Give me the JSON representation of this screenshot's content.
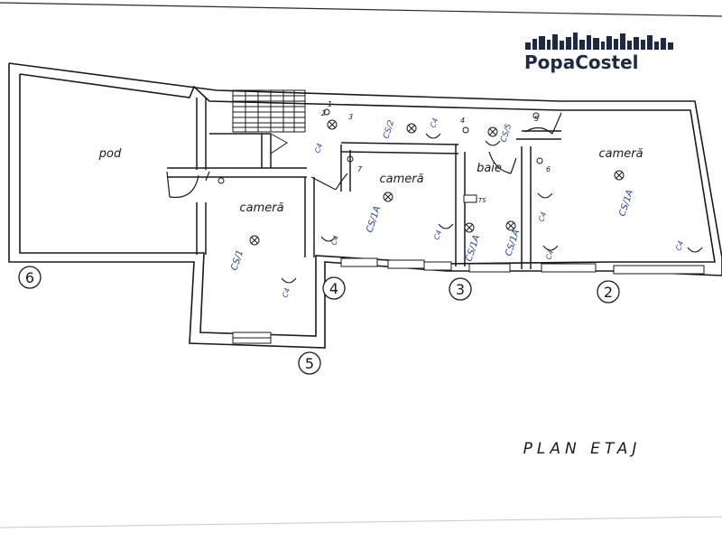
{
  "watermark": {
    "brand": "PopaCostel",
    "color": "#1b2a4a"
  },
  "plan": {
    "title": "PLAN ETAJ",
    "rooms": {
      "pod": "pod",
      "camera_left": "cameră",
      "camera_middle": "cameră",
      "baie": "baie",
      "camera_right": "cameră"
    },
    "axes": [
      "6",
      "5",
      "4",
      "3",
      "2"
    ],
    "annotations": {
      "cs1": "CS/1",
      "cs1a_middle": "CS/1A",
      "cs1a_baie_1": "CS/1A",
      "cs1a_baie_2": "CS/1A",
      "cs1a_right": "CS/1A",
      "cs2": "CS/2",
      "cs5": "CS/5",
      "c4": "C4",
      "ts": "TS",
      "n1": "1",
      "n2": "2",
      "n3": "3",
      "n4": "4",
      "n5": "5",
      "n6": "6",
      "n7": "7"
    },
    "ink_color": "#1a1a1a",
    "annotation_color": "#1f3fa6"
  }
}
